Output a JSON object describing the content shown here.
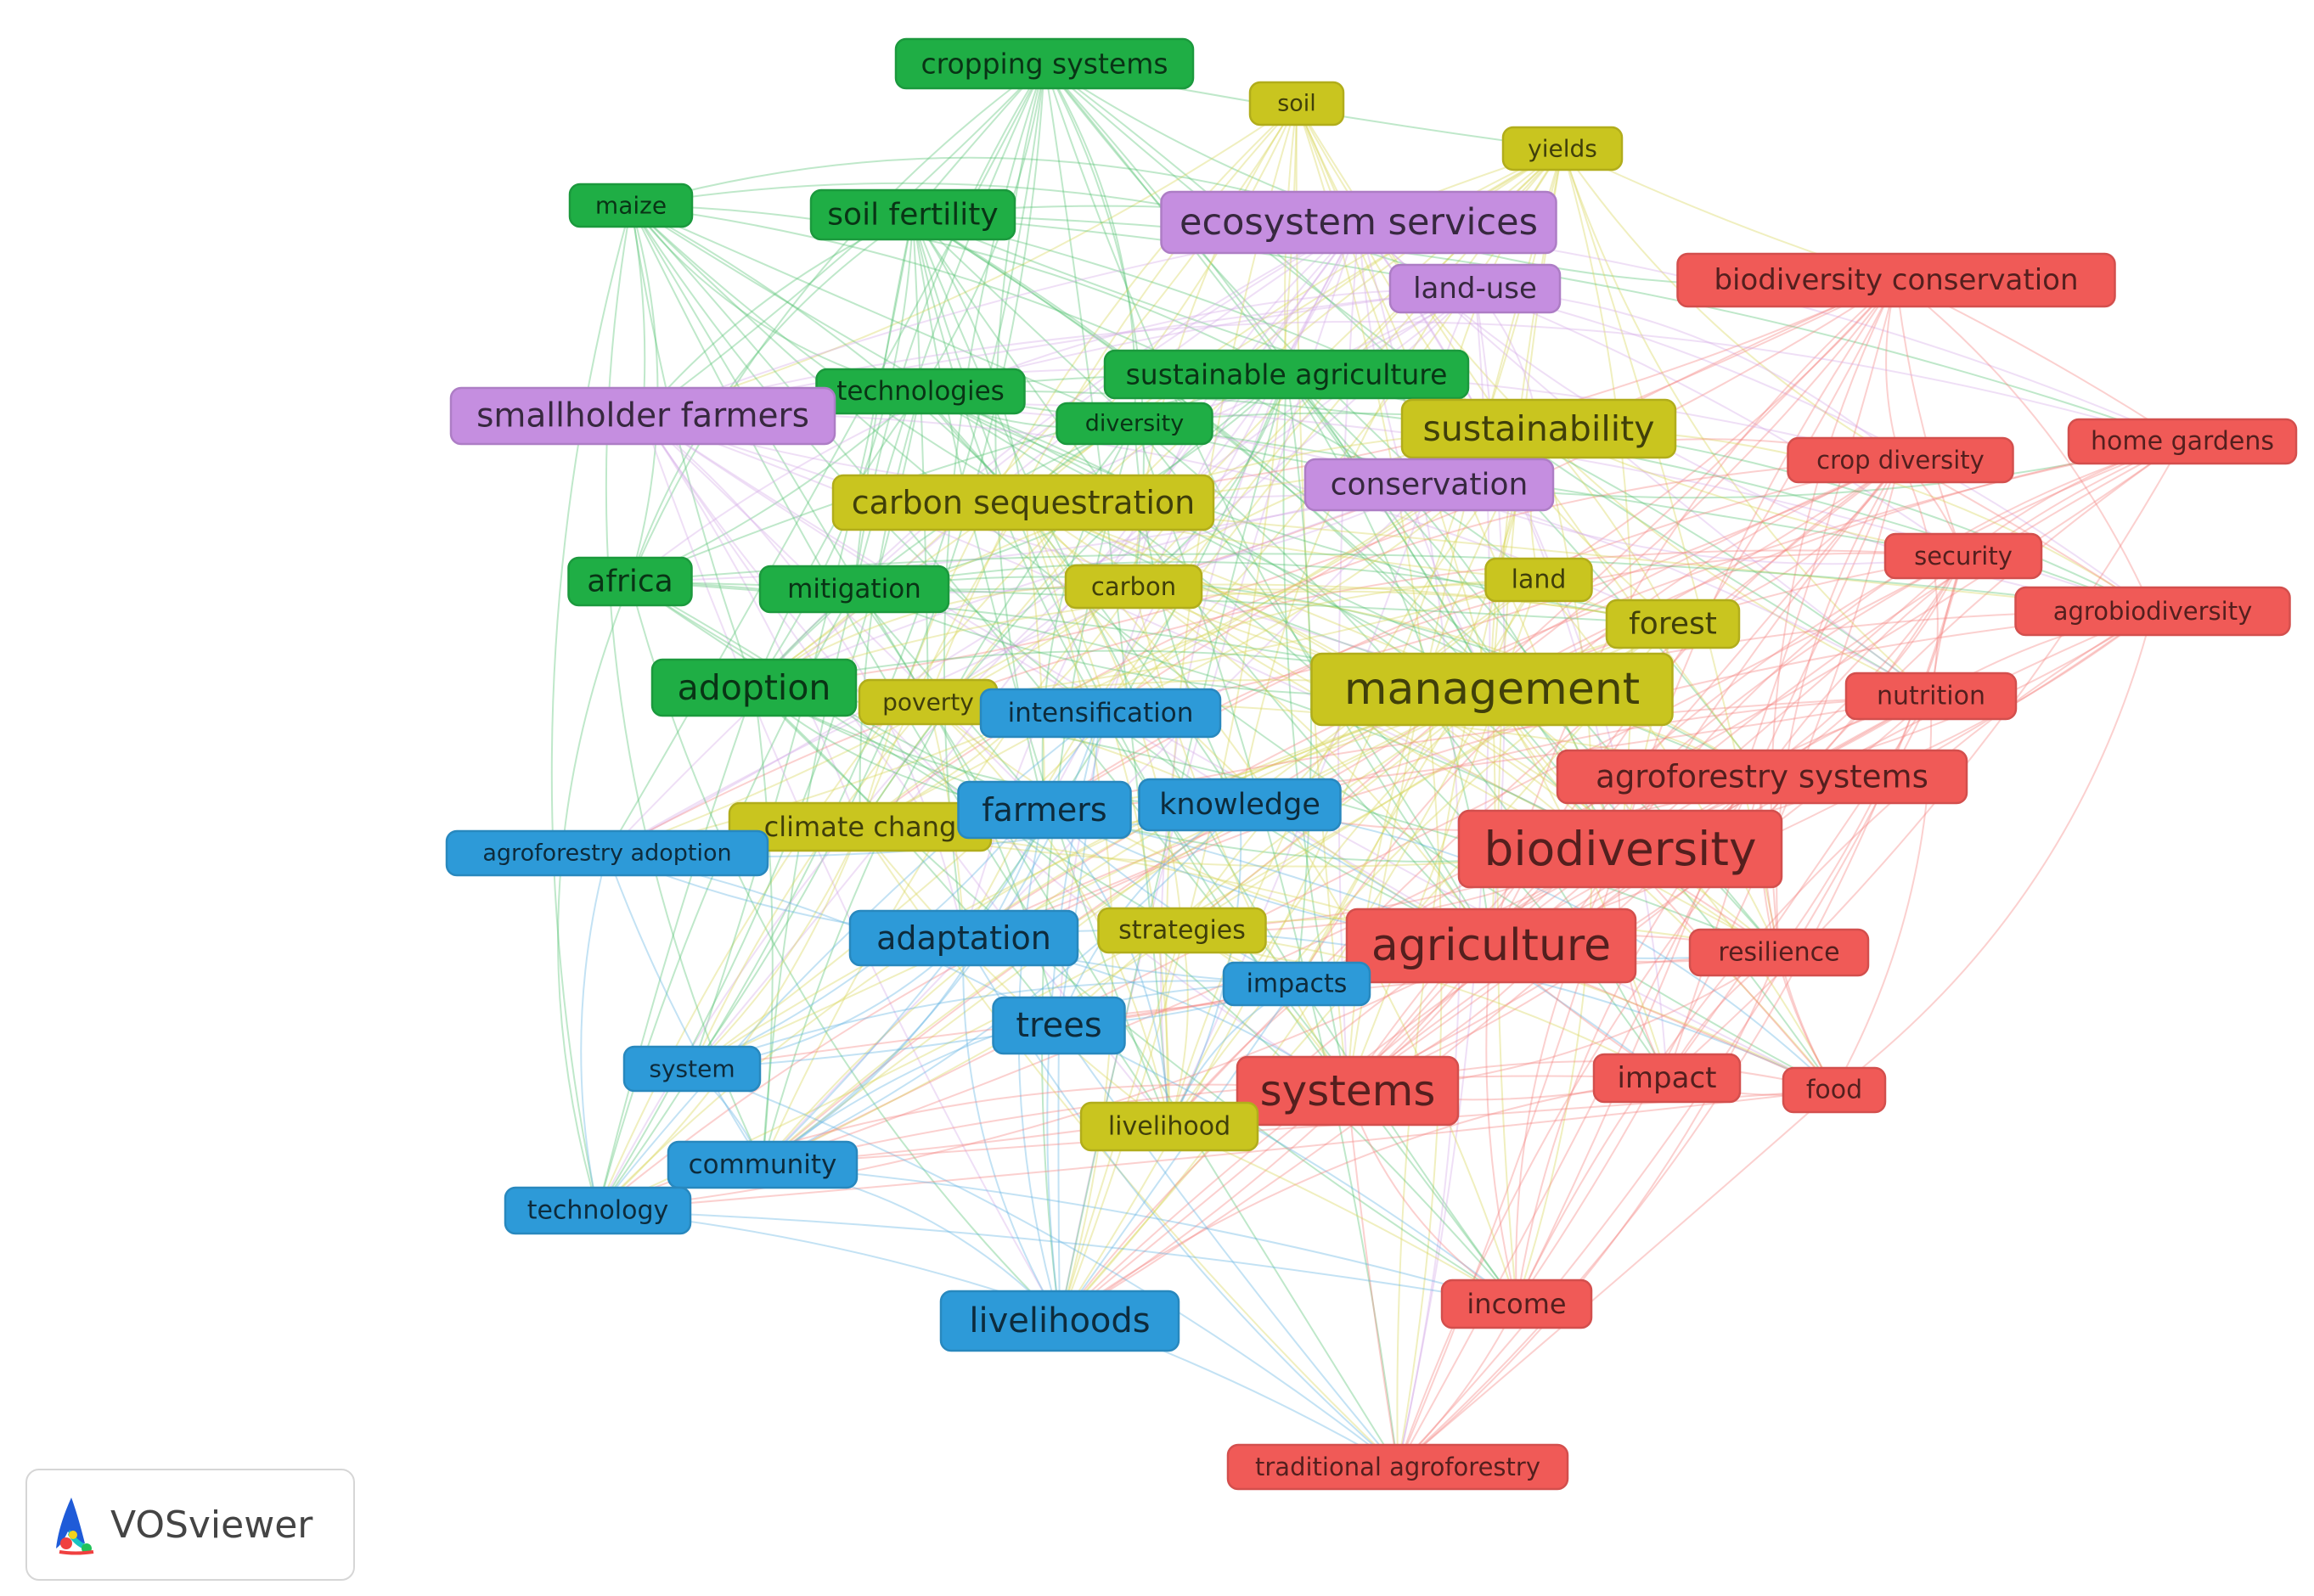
{
  "colors": {
    "red": "#f05a57",
    "green": "#1fae45",
    "yellow": "#c9c51f",
    "purple": "#c58ee0",
    "blue": "#2d9ad8"
  },
  "nodes": [
    {
      "id": "cropping systems",
      "label": "cropping systems",
      "cluster": "green"
    },
    {
      "id": "soil",
      "label": "soil",
      "cluster": "yellow"
    },
    {
      "id": "yields",
      "label": "yields",
      "cluster": "yellow"
    },
    {
      "id": "maize",
      "label": "maize",
      "cluster": "green"
    },
    {
      "id": "soil fertility",
      "label": "soil fertility",
      "cluster": "green"
    },
    {
      "id": "ecosystem services",
      "label": "ecosystem services",
      "cluster": "purple"
    },
    {
      "id": "land-use",
      "label": "land-use",
      "cluster": "purple"
    },
    {
      "id": "biodiversity conservation",
      "label": "biodiversity conservation",
      "cluster": "red"
    },
    {
      "id": "technologies",
      "label": "technologies",
      "cluster": "green"
    },
    {
      "id": "sustainable agriculture",
      "label": "sustainable agriculture",
      "cluster": "green"
    },
    {
      "id": "smallholder farmers",
      "label": "smallholder farmers",
      "cluster": "purple"
    },
    {
      "id": "diversity",
      "label": "diversity",
      "cluster": "green"
    },
    {
      "id": "sustainability",
      "label": "sustainability",
      "cluster": "yellow"
    },
    {
      "id": "crop diversity",
      "label": "crop diversity",
      "cluster": "red"
    },
    {
      "id": "home gardens",
      "label": "home gardens",
      "cluster": "red"
    },
    {
      "id": "carbon sequestration",
      "label": "carbon sequestration",
      "cluster": "yellow"
    },
    {
      "id": "conservation",
      "label": "conservation",
      "cluster": "purple"
    },
    {
      "id": "security",
      "label": "security",
      "cluster": "red"
    },
    {
      "id": "africa",
      "label": "africa",
      "cluster": "green"
    },
    {
      "id": "mitigation",
      "label": "mitigation",
      "cluster": "green"
    },
    {
      "id": "carbon",
      "label": "carbon",
      "cluster": "yellow"
    },
    {
      "id": "land",
      "label": "land",
      "cluster": "yellow"
    },
    {
      "id": "agrobiodiversity",
      "label": "agrobiodiversity",
      "cluster": "red"
    },
    {
      "id": "forest",
      "label": "forest",
      "cluster": "yellow"
    },
    {
      "id": "adoption",
      "label": "adoption",
      "cluster": "green"
    },
    {
      "id": "poverty",
      "label": "poverty",
      "cluster": "yellow"
    },
    {
      "id": "intensification",
      "label": "intensification",
      "cluster": "blue"
    },
    {
      "id": "management",
      "label": "management",
      "cluster": "yellow"
    },
    {
      "id": "nutrition",
      "label": "nutrition",
      "cluster": "red"
    },
    {
      "id": "agroforestry systems",
      "label": "agroforestry systems",
      "cluster": "red"
    },
    {
      "id": "climate change",
      "label": "climate chang",
      "cluster": "yellow"
    },
    {
      "id": "farmers",
      "label": "farmers",
      "cluster": "blue"
    },
    {
      "id": "knowledge",
      "label": "knowledge",
      "cluster": "blue"
    },
    {
      "id": "agroforestry adoption",
      "label": "agroforestry adoption",
      "cluster": "blue"
    },
    {
      "id": "biodiversity",
      "label": "biodiversity",
      "cluster": "red"
    },
    {
      "id": "adaptation",
      "label": "adaptation",
      "cluster": "blue"
    },
    {
      "id": "strategies",
      "label": "strategies",
      "cluster": "yellow"
    },
    {
      "id": "agriculture",
      "label": "agriculture",
      "cluster": "red"
    },
    {
      "id": "resilience",
      "label": "resilience",
      "cluster": "red"
    },
    {
      "id": "impacts",
      "label": "impacts",
      "cluster": "blue"
    },
    {
      "id": "trees",
      "label": "trees",
      "cluster": "blue"
    },
    {
      "id": "system",
      "label": "system",
      "cluster": "blue"
    },
    {
      "id": "systems",
      "label": "systems",
      "cluster": "red"
    },
    {
      "id": "impact",
      "label": "impact",
      "cluster": "red"
    },
    {
      "id": "food",
      "label": "food",
      "cluster": "red"
    },
    {
      "id": "livelihood",
      "label": "livelihood",
      "cluster": "yellow"
    },
    {
      "id": "community",
      "label": "community",
      "cluster": "blue"
    },
    {
      "id": "technology",
      "label": "technology",
      "cluster": "blue"
    },
    {
      "id": "livelihoods",
      "label": "livelihoods",
      "cluster": "blue"
    },
    {
      "id": "income",
      "label": "income",
      "cluster": "red"
    },
    {
      "id": "traditional agroforestry",
      "label": "traditional agroforestry",
      "cluster": "red"
    }
  ],
  "brand": {
    "name": "VOSviewer"
  }
}
